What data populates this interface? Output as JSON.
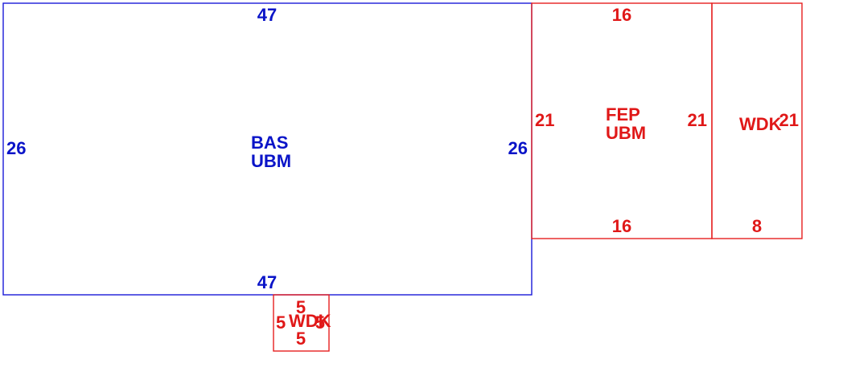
{
  "colors": {
    "blue": "#0a14c8",
    "red": "#e01818"
  },
  "rooms": {
    "bas": {
      "name_line1": "BAS",
      "name_line2": "UBM",
      "dim_top": "47",
      "dim_bottom": "47",
      "dim_left": "26",
      "dim_right": "26"
    },
    "fep": {
      "name_line1": "FEP",
      "name_line2": "UBM",
      "dim_top": "16",
      "dim_bottom": "16",
      "dim_left": "21",
      "dim_right": "21"
    },
    "wdk_right": {
      "name": "WDK",
      "dim_bottom": "8",
      "dim_right": "21"
    },
    "wdk_small": {
      "name": "WDK",
      "dim_top": "5",
      "dim_bottom": "5",
      "dim_left": "5",
      "dim_right": "5"
    }
  }
}
